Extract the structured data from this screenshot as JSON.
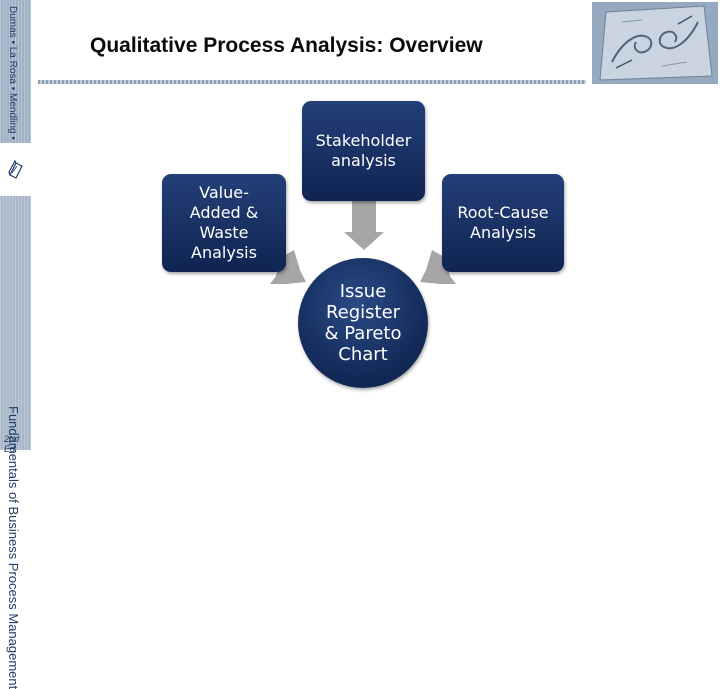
{
  "slide": {
    "title": "Qualitative Process Analysis: Overview"
  },
  "left_band": {
    "top_text": "Dumas • La Rosa • Mendling • Reijers",
    "bottom_text": "Fundamentals of Business Process Management",
    "edition": "2nd Ed."
  },
  "diagram": {
    "nodes": {
      "stakeholder": "Stakeholder analysis",
      "value_added": "Value-Added & Waste Analysis",
      "root_cause": "Root-Cause Analysis",
      "issue_register": "Issue Register & Pareto Chart"
    }
  },
  "colors": {
    "box_fill": "#1b3366",
    "arrow_fill": "#a6a6a6",
    "band": "#9fb1c4"
  }
}
